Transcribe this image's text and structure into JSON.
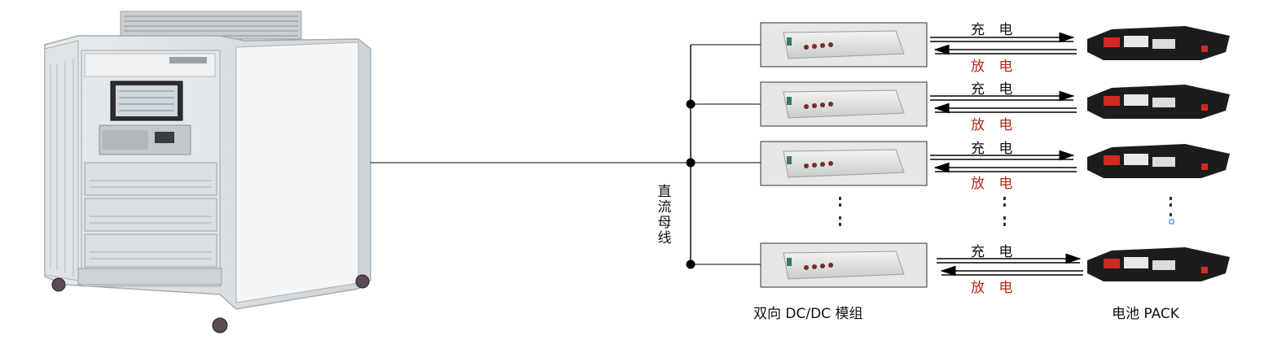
{
  "diagram": {
    "bus_label": "直流母线",
    "module_group_label": "双向 DC/DC 模组",
    "battery_label": "电池 PACK",
    "charge_label": "充 电",
    "discharge_label": "放 电",
    "rows": [
      {
        "charge": "充 电",
        "discharge": "放 电"
      },
      {
        "charge": "充 电",
        "discharge": "放 电"
      },
      {
        "charge": "充 电",
        "discharge": "放 电"
      },
      {
        "charge": "充 电",
        "discharge": "放 电"
      }
    ],
    "colors": {
      "charge_text": "#111111",
      "discharge_text": "#b02a1a",
      "line": "#000000",
      "cabinet_frame": "#d9dde0",
      "battery_body": "#1c1c1c",
      "battery_accent": "#d22a22"
    },
    "icons": [
      "test-cabinet-icon",
      "dcdc-module-icon",
      "battery-pack-icon",
      "ellipsis-icon"
    ]
  }
}
